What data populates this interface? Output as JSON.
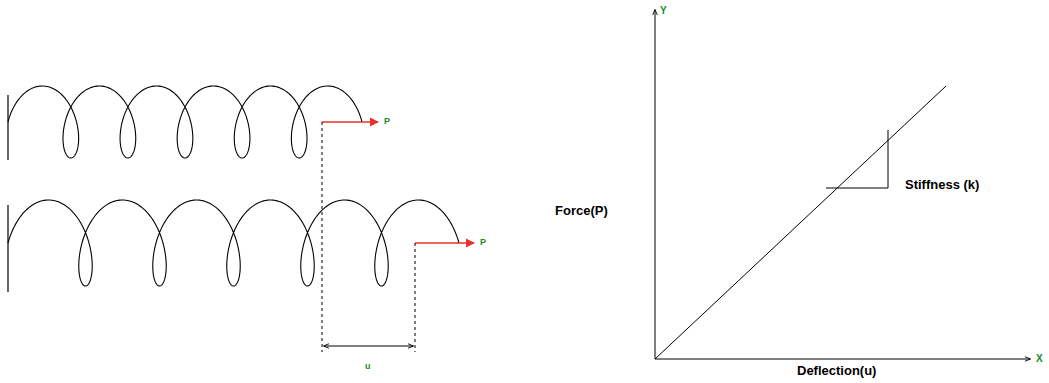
{
  "diagram": {
    "labels": [
      "P",
      "P",
      "u",
      "Y",
      "X",
      "Force(P)",
      "Deflection(u)",
      "Stiffness (k)"
    ]
  }
}
